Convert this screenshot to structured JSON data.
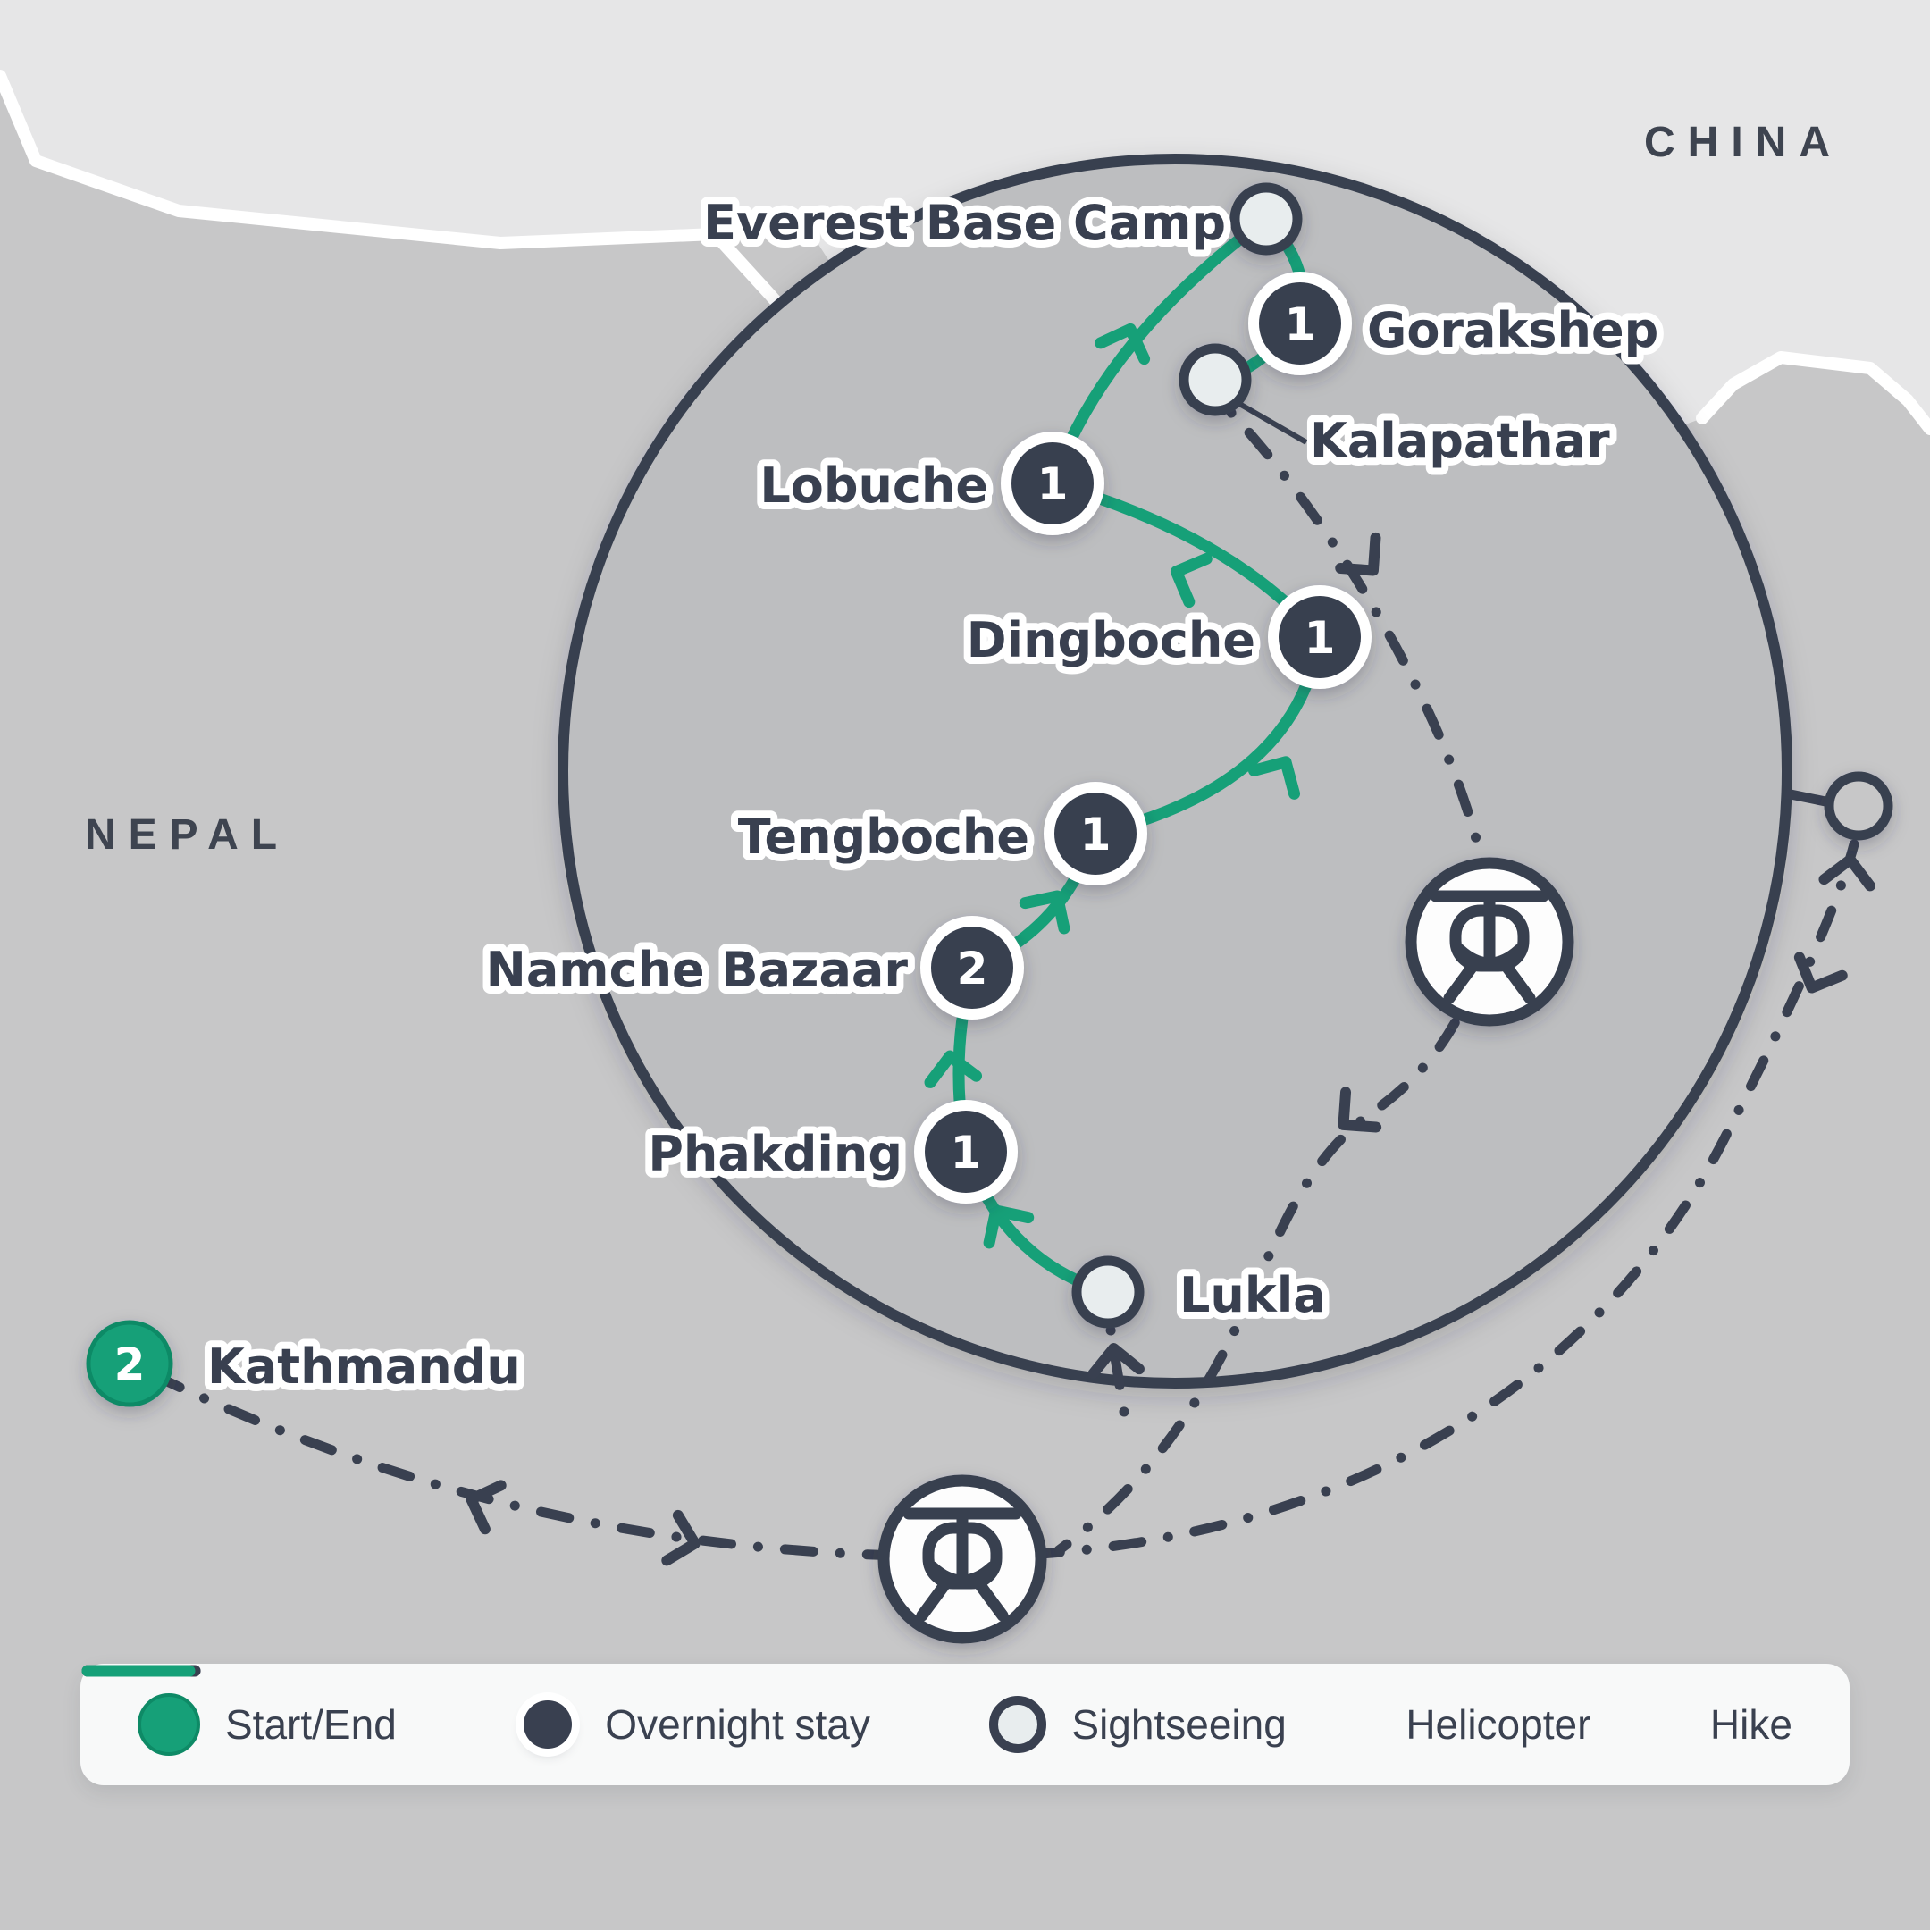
{
  "map": {
    "regions": {
      "nepal": "NEPAL",
      "china": "CHINA"
    }
  },
  "stops": [
    {
      "id": "kathmandu",
      "label": "Kathmandu",
      "nights": "2",
      "type": "start-end"
    },
    {
      "id": "lukla",
      "label": "Lukla",
      "nights": "",
      "type": "sightseeing"
    },
    {
      "id": "phakding",
      "label": "Phakding",
      "nights": "1",
      "type": "overnight"
    },
    {
      "id": "namche-bazaar",
      "label": "Namche Bazaar",
      "nights": "2",
      "type": "overnight"
    },
    {
      "id": "tengboche",
      "label": "Tengboche",
      "nights": "1",
      "type": "overnight"
    },
    {
      "id": "dingboche",
      "label": "Dingboche",
      "nights": "1",
      "type": "overnight"
    },
    {
      "id": "lobuche",
      "label": "Lobuche",
      "nights": "1",
      "type": "overnight"
    },
    {
      "id": "everest-base-camp",
      "label": "Everest Base Camp",
      "nights": "",
      "type": "sightseeing"
    },
    {
      "id": "gorakshep",
      "label": "Gorakshep",
      "nights": "1",
      "type": "overnight"
    },
    {
      "id": "kalapathar",
      "label": "Kalapathar",
      "nights": "",
      "type": "sightseeing"
    }
  ],
  "legend": {
    "start_end": "Start/End",
    "overnight": "Overnight stay",
    "sightseeing": "Sightseeing",
    "helicopter": "Helicopter",
    "hike": "Hike"
  },
  "colors": {
    "hike_green": "#16A078",
    "dark_slate": "#394050",
    "nepal_bg": "#C7C7C8",
    "china_bg": "#E6E6E7",
    "circle_bg": "#BDBEC0",
    "sightseeing_fill": "#E8EDEE",
    "legend_bg": "#F8F9F9"
  }
}
